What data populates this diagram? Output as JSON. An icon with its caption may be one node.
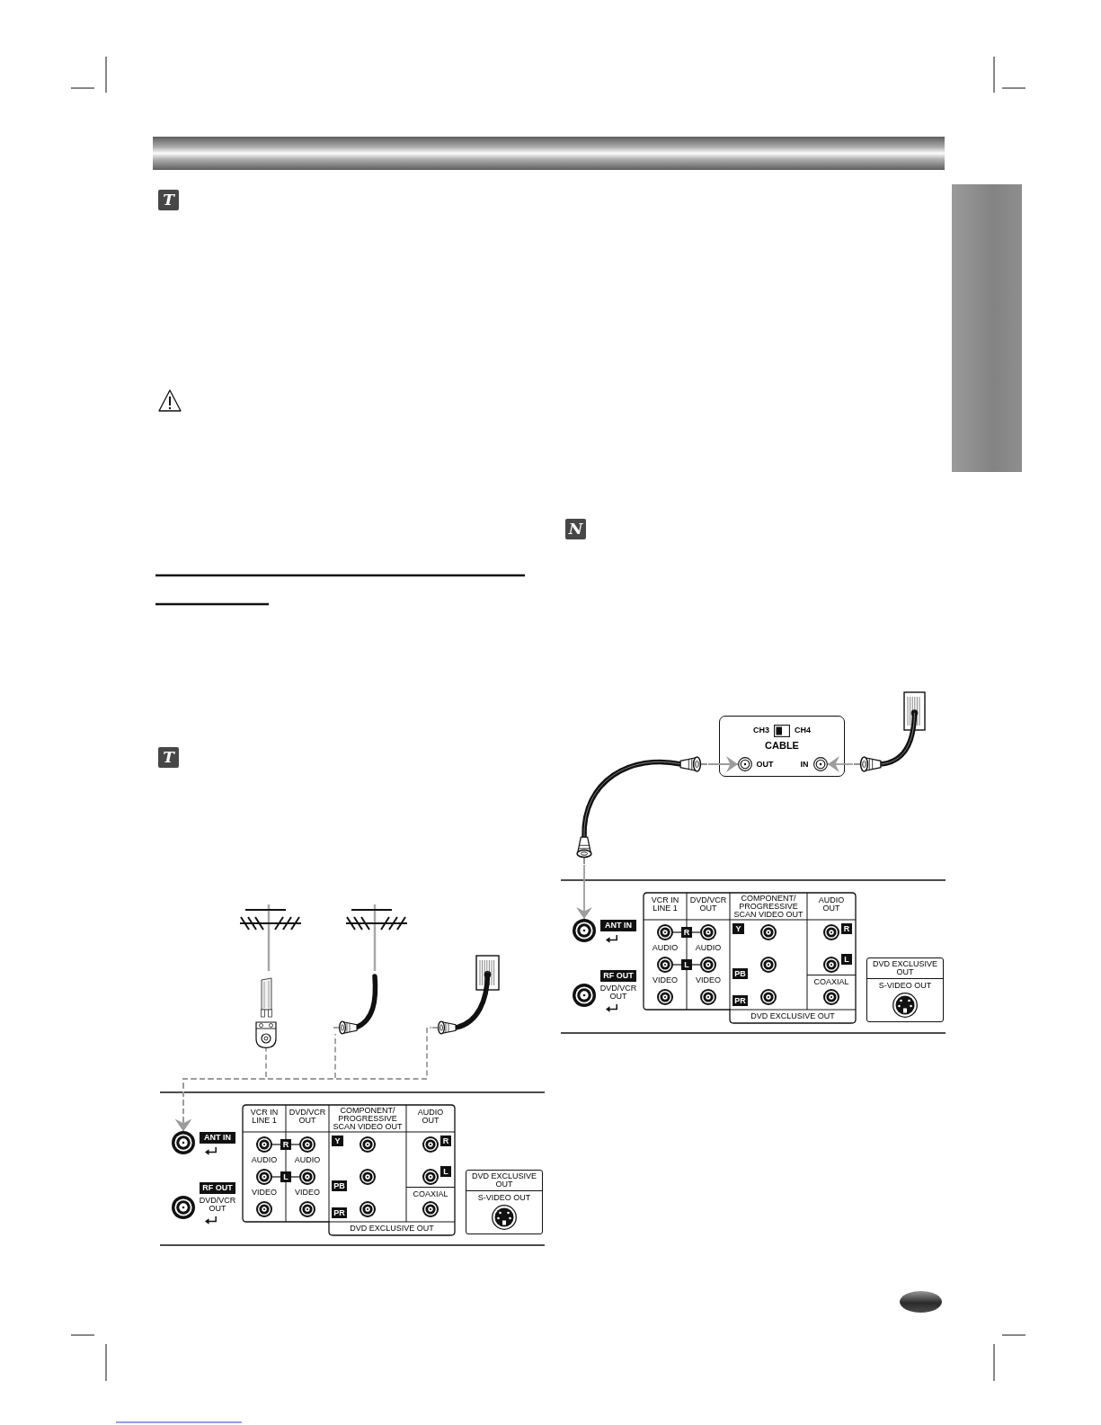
{
  "diagram": {
    "nodes": [
      {
        "text": [],
        "shape": "picture"
      },
      {
        "text": [],
        "shape": "picture"
      },
      {
        "text": [],
        "shape": "picture"
      },
      {
        "text": [],
        "shape": "circle"
      },
      {
        "text": [
          "ANT IN"
        ]
      },
      {
        "text": [
          "RF OUT"
        ]
      },
      {
        "text": [
          "VCR IN LINE 1",
          "DVD/VCR OUT",
          "COMPONENT/ PROGRESSIVE SCAN VIDEO OUT",
          "AUDIO OUT",
          "AUDIO",
          "AUDIO",
          "VIDEO",
          "VIDEO",
          "COAXIAL",
          "DVD EXCLUSIVE OUT",
          "R",
          "L",
          "Y",
          "PB",
          "PR",
          "R",
          "L"
        ]
      },
      {
        "text": [
          "DVD EXCLUSIVE OUT",
          "S-VIDEO OUT"
        ]
      },
      {
        "text": [],
        "shape": "picture"
      },
      {
        "text": [
          "CH3",
          "CH4",
          "CABLE",
          "OUT",
          "IN"
        ]
      },
      {
        "text": [],
        "shape": "circle",
        "in": 9
      },
      {
        "text": [],
        "shape": "circle",
        "in": 9
      },
      {
        "text": [],
        "shape": "picture"
      },
      {
        "text": [],
        "shape": "circle"
      },
      {
        "text": [
          "ANT IN"
        ]
      },
      {
        "text": [
          "RF OUT"
        ]
      },
      {
        "text": [
          "VCR IN LINE 1",
          "DVD/VCR OUT",
          "COMPONENT/ PROGRESSIVE SCAN VIDEO OUT",
          "AUDIO OUT",
          "AUDIO",
          "AUDIO",
          "VIDEO",
          "VIDEO",
          "COAXIAL",
          "DVD EXCLUSIVE OUT",
          "R",
          "L",
          "Y",
          "PB",
          "PR",
          "R",
          "L"
        ]
      },
      {
        "text": [
          "DVD EXCLUSIVE OUT",
          "S-VIDEO OUT"
        ]
      },
      {
        "text": [],
        "shape": "box"
      }
    ],
    "edges": [
      {
        "from": 0,
        "to": 3,
        "arrow": "to",
        "style": "dashed"
      },
      {
        "from": 1,
        "to": 3,
        "arrow": "to",
        "style": "dashed"
      },
      {
        "from": 2,
        "to": 3,
        "arrow": "to",
        "style": "dashed"
      },
      {
        "from": 8,
        "to": 11,
        "arrow": "to"
      },
      {
        "from": 12,
        "to": 10,
        "arrow": "to"
      },
      {
        "from": 12,
        "to": 13,
        "arrow": "to"
      }
    ],
    "labels": [
      "T",
      "T",
      "DVD/VCR OUT",
      "N",
      "DVD/VCR OUT"
    ]
  }
}
